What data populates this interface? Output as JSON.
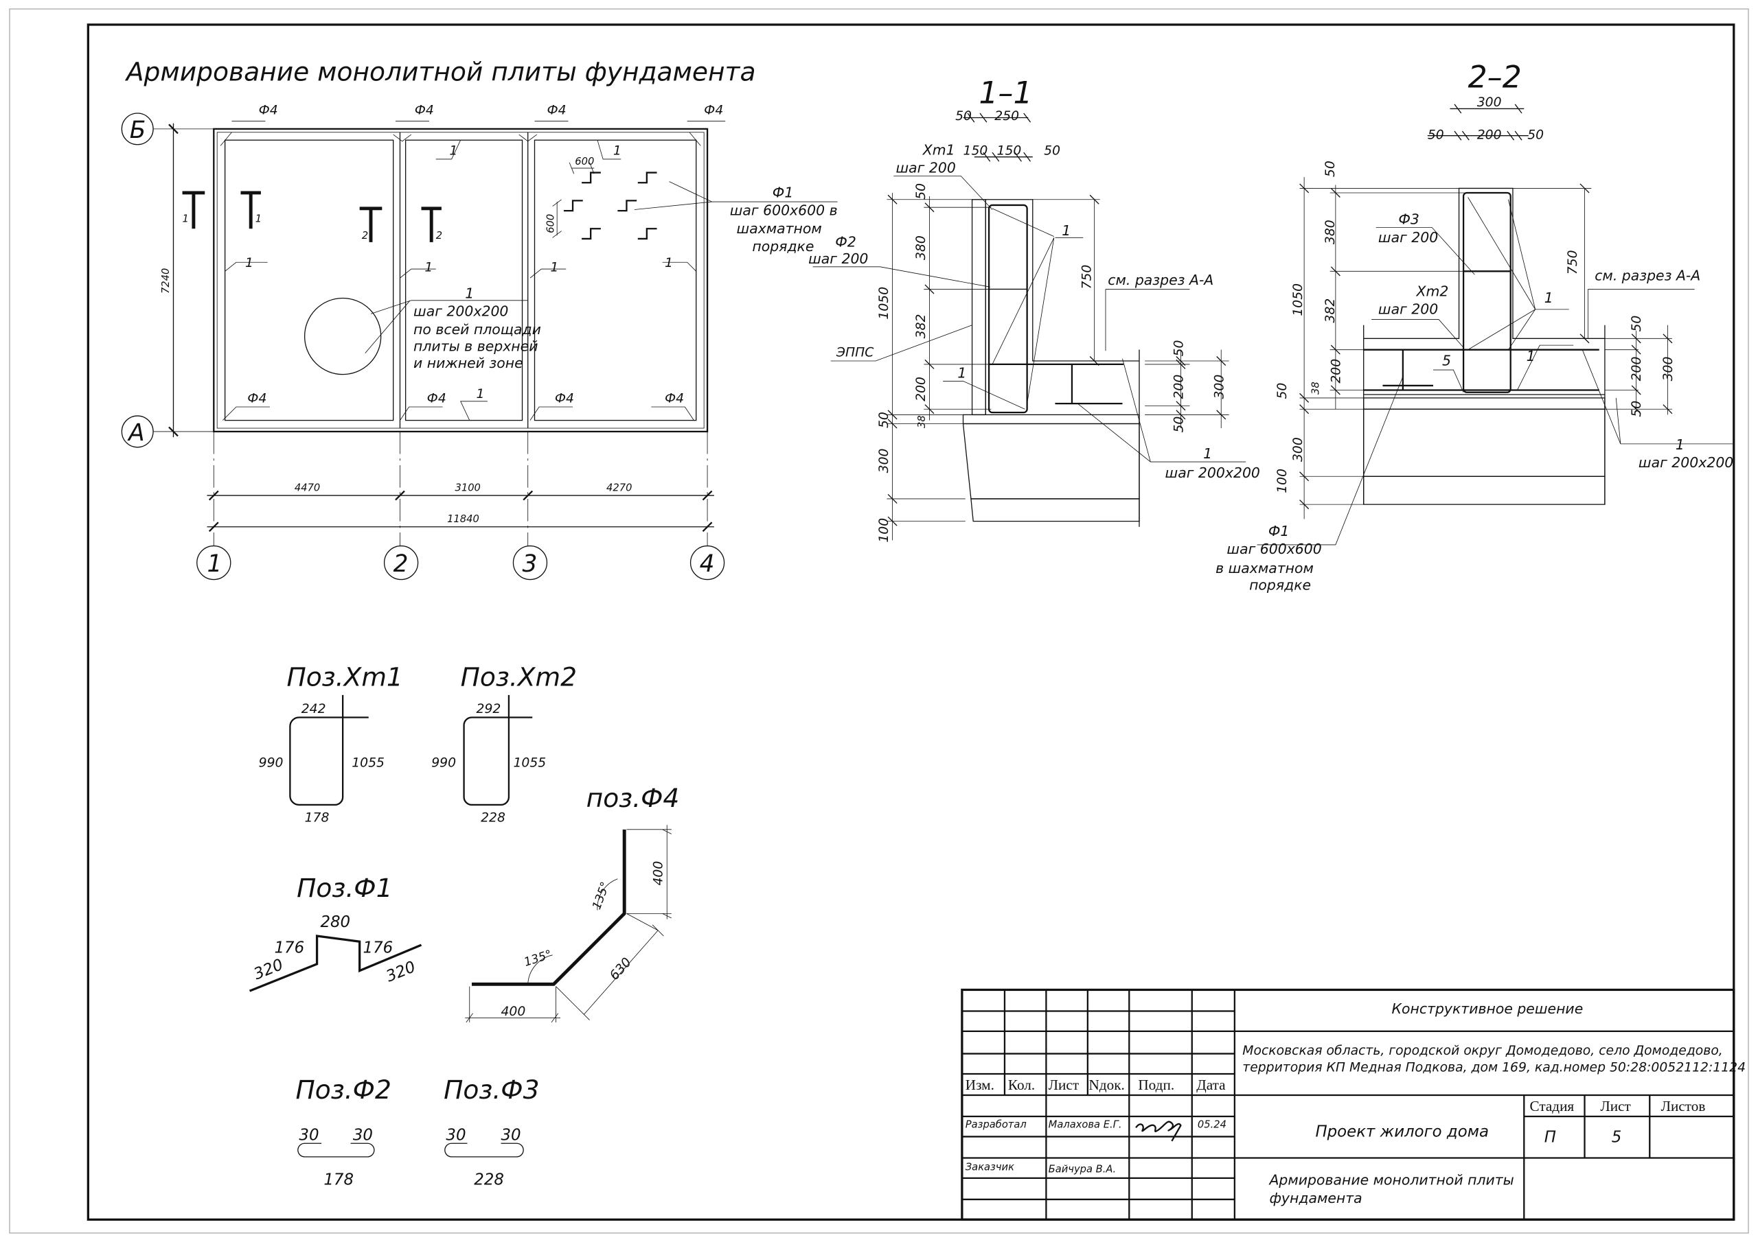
{
  "sheet_title": "Армирование монолитной плиты фундамента",
  "plan": {
    "axis_rows": [
      "Б",
      "А"
    ],
    "axis_cols": [
      "1",
      "2",
      "3",
      "4"
    ],
    "bay_dims": [
      "4470",
      "3100",
      "4270"
    ],
    "total_dim": "11840",
    "height_dim": "7240",
    "section_marks": [
      "1",
      "1",
      "2",
      "2"
    ],
    "f4_label": "Ф4",
    "pos1_label": "1",
    "spacing_label": "600",
    "mesh_note": [
      "1",
      "шаг 200х200",
      "по всей площади",
      "плиты в верхней",
      "и нижней зоне"
    ],
    "f1_note": [
      "Ф1",
      "шаг 600х600 в",
      "шахматном",
      "порядке"
    ]
  },
  "section_1_1": {
    "title": "1–1",
    "top_dims": [
      "50",
      "250",
      "50",
      "150",
      "50"
    ],
    "left_dims": [
      "1050",
      "50",
      "380",
      "382",
      "200",
      "38",
      "50",
      "300",
      "100"
    ],
    "right_dims": [
      "750",
      "50",
      "200",
      "50",
      "300"
    ],
    "xm1": [
      "Хm1",
      "шаг 200"
    ],
    "f2": [
      "Ф2",
      "шаг 200"
    ],
    "insulation": "ЭППС",
    "pos1": "1",
    "see_section": "см. разрез А-А",
    "mesh": [
      "1",
      "шаг 200х200"
    ]
  },
  "section_2_2": {
    "title": "2–2",
    "top_dims": [
      "300",
      "50",
      "200",
      "50"
    ],
    "left_dims": [
      "1050",
      "50",
      "380",
      "382",
      "200",
      "38",
      "50",
      "300",
      "100"
    ],
    "right_dims": [
      "750",
      "50",
      "200",
      "50",
      "300"
    ],
    "f3": [
      "Ф3",
      "шаг 200"
    ],
    "xm2": [
      "Хm2",
      "шаг 200"
    ],
    "pos1": "1",
    "pos5": "5",
    "see_section": "см. разрез А-А",
    "mesh": [
      "1",
      "шаг 200х200"
    ],
    "f1": [
      "Ф1",
      "шаг 600х600",
      "в шахматном",
      "порядке"
    ]
  },
  "bending": {
    "xm1": {
      "title": "Поз.Хm1",
      "top": "242",
      "left": "990",
      "right": "1055",
      "bottom": "178"
    },
    "xm2": {
      "title": "Поз.Хm2",
      "top": "292",
      "left": "990",
      "right": "1055",
      "bottom": "228"
    },
    "f4": {
      "title": "поз.Ф4",
      "leg1": "400",
      "diag": "630",
      "leg2": "400",
      "angle1": "135°",
      "angle2": "135°"
    },
    "f1": {
      "title": "Поз.Ф1",
      "top": "280",
      "rise_left": "176",
      "rise_right": "176",
      "leg_left": "320",
      "leg_right": "320"
    },
    "f2": {
      "title": "Поз.Ф2",
      "hook_left": "30",
      "hook_right": "30",
      "length": "178"
    },
    "f3": {
      "title": "Поз.Ф3",
      "hook_left": "30",
      "hook_right": "30",
      "length": "228"
    }
  },
  "title_block": {
    "section_name": "Конструктивное решение",
    "address": [
      "Московская область, городской округ Домодедово, село Домодедово,",
      "территория КП Медная Подкова, дом 169, кад.номер 50:28:0052112:1124"
    ],
    "headers": [
      "Изм.",
      "Кол.",
      "Лист",
      "Nдок.",
      "Подп.",
      "Дата"
    ],
    "developed_label": "Разработал",
    "developer": "Малахова Е.Г.",
    "date": "05.24",
    "customer_label": "Заказчик",
    "customer": "Байчура В.А.",
    "project": "Проект жилого дома",
    "stage_header": "Стадия",
    "sheet_header": "Лист",
    "sheets_header": "Листов",
    "stage": "П",
    "sheet": "5",
    "sheets": "",
    "drawing_name": [
      "Армирование монолитной плиты",
      "фундамента"
    ]
  }
}
